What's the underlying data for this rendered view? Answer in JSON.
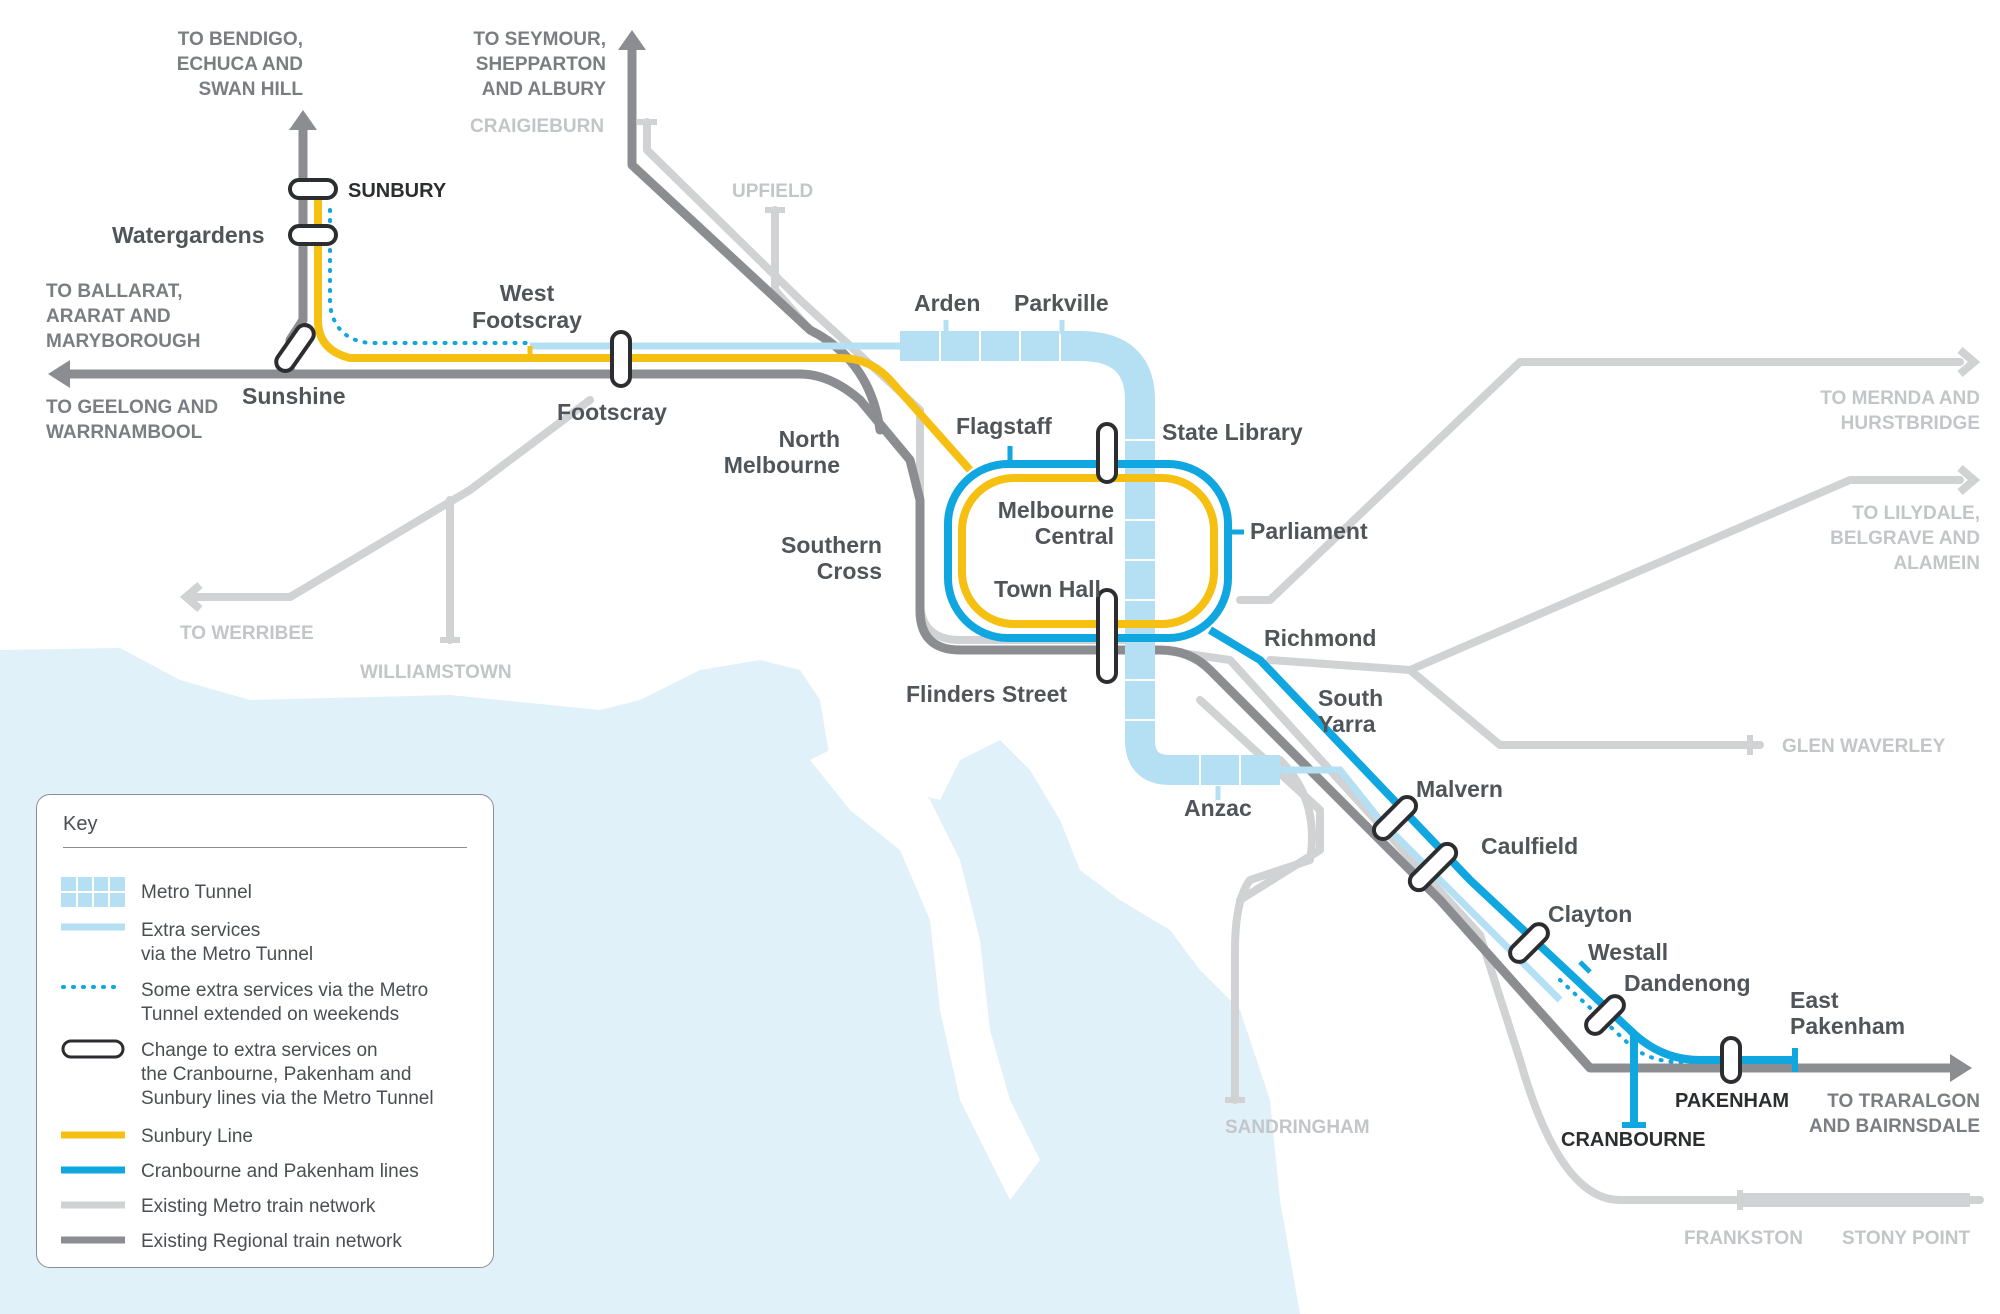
{
  "map": {
    "stations": {
      "sunbury": "SUNBURY",
      "watergardens": "Watergardens",
      "sunshine": "Sunshine",
      "west_footscray": "West\nFootscray",
      "footscray": "Footscray",
      "arden": "Arden",
      "parkville": "Parkville",
      "north_melbourne": "North\nMelbourne",
      "flagstaff": "Flagstaff",
      "state_library": "State Library",
      "melbourne_central": "Melbourne\nCentral",
      "parliament": "Parliament",
      "southern_cross": "Southern\nCross",
      "town_hall": "Town Hall",
      "flinders_street": "Flinders Street",
      "richmond": "Richmond",
      "south_yarra": "South\nYarra",
      "anzac": "Anzac",
      "malvern": "Malvern",
      "caulfield": "Caulfield",
      "clayton": "Clayton",
      "westall": "Westall",
      "dandenong": "Dandenong",
      "east_pakenham": "East\nPakenham",
      "pakenham": "PAKENHAM",
      "cranbourne": "CRANBOURNE"
    },
    "destinations": {
      "bendigo": "TO BENDIGO,\nECHUCA AND\nSWAN HILL",
      "seymour": "TO SEYMOUR,\nSHEPPARTON\nAND ALBURY",
      "ballarat": "TO BALLARAT,\nARARAT AND\nMARYBOROUGH",
      "geelong": "TO GEELONG AND\nWARRNAMBOOL",
      "mernda": "TO MERNDA AND\nHURSTBRIDGE",
      "lilydale": "TO LILYDALE,\nBELGRAVE AND\nALAMEIN",
      "traralgon": "TO TRARALGON\nAND BAIRNSDALE",
      "werribee": "TO WERRIBEE"
    },
    "termini": {
      "craigieburn": "CRAIGIEBURN",
      "upfield": "UPFIELD",
      "williamstown": "WILLIAMSTOWN",
      "glen_waverley": "GLEN WAVERLEY",
      "sandringham": "SANDRINGHAM",
      "frankston": "FRANKSTON",
      "stony_point": "STONY POINT"
    },
    "colors": {
      "sunbury_line": "#f6c012",
      "cranbourne_pakenham": "#10a6e0",
      "metro_tunnel": "#b5dff3",
      "metro_network": "#d0d2d3",
      "regional_network": "#8b8d90",
      "water": "#e1f1f9",
      "label_dark": "#50555a",
      "label_light": "#c3c6c9"
    }
  },
  "key": {
    "title": "Key",
    "items": [
      {
        "type": "metro-tunnel",
        "text": "Metro Tunnel"
      },
      {
        "type": "extra-services",
        "text": "Extra services\nvia the Metro Tunnel"
      },
      {
        "type": "weekend-dotted",
        "text": "Some extra services via the Metro\nTunnel extended on weekends"
      },
      {
        "type": "interchange",
        "text": "Change to extra services on\nthe Cranbourne, Pakenham and\nSunbury lines via the Metro Tunnel"
      },
      {
        "type": "sunbury-line",
        "text": "Sunbury Line"
      },
      {
        "type": "cranbourne-pakenham",
        "text": "Cranbourne and Pakenham lines"
      },
      {
        "type": "metro-network",
        "text": "Existing Metro train network"
      },
      {
        "type": "regional-network",
        "text": "Existing Regional train network"
      }
    ]
  }
}
